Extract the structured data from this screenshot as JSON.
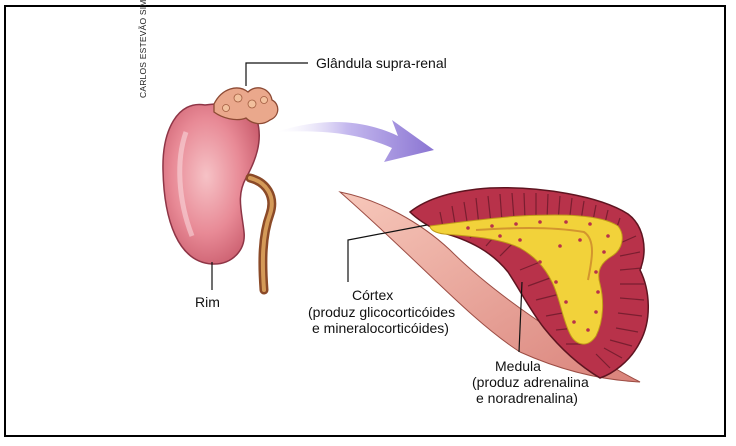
{
  "credit": "CARLOS ESTEVÃO SIMONKA",
  "labels": {
    "gland": "Glândula supra-renal",
    "kidney": "Rim",
    "cortex_title": "Córtex",
    "cortex_desc_1": "(produz glicocorticóides",
    "cortex_desc_2": "e mineralocorticóides)",
    "medulla_title": "Medula",
    "medulla_desc_1": "(produz adrenalina",
    "medulla_desc_2": "e noradrenalina)"
  },
  "colors": {
    "kidney": "#e88a96",
    "gland": "#e9a48a",
    "arrow": "#9a88d8",
    "cortex_red": "#b8324a",
    "medulla_yellow": "#f2d23a",
    "capsule_pink": "#f3b7a8"
  }
}
